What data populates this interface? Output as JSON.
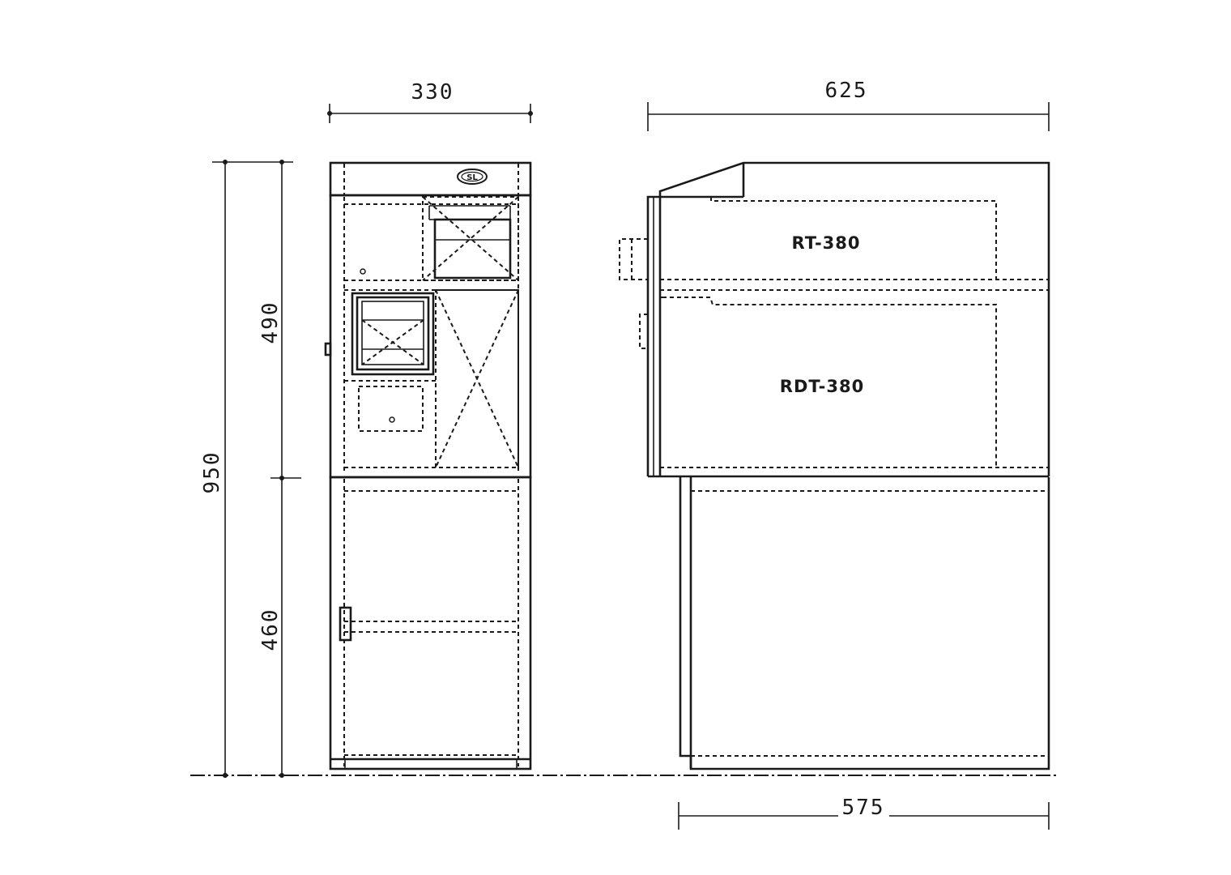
{
  "dimensions": {
    "front_width": "330",
    "side_depth_top": "625",
    "side_depth_bottom": "575",
    "total_height": "950",
    "upper_height": "490",
    "lower_height": "460"
  },
  "labels": {
    "upper_unit": "RT-380",
    "lower_unit": "RDT-380"
  },
  "logo": {
    "mark": "SL",
    "icon": "brand-logo-icon"
  },
  "colors": {
    "ink": "#1a1a1a",
    "background": "#ffffff"
  }
}
